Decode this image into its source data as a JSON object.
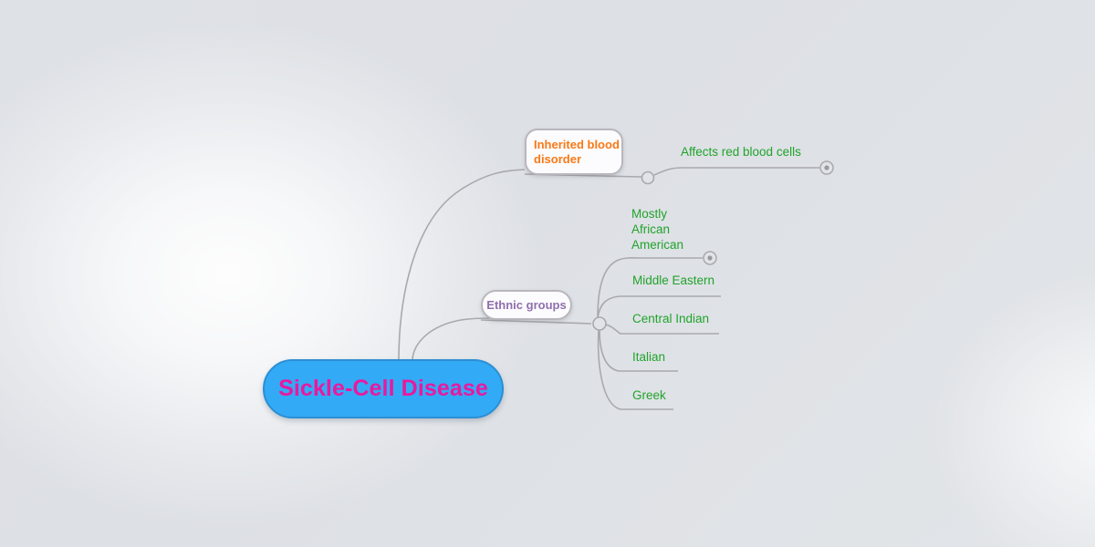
{
  "canvas": {
    "background_color": "#dfe2e6",
    "highlight_color": "#ffffff"
  },
  "mindmap": {
    "root": {
      "label": "Sickle-Cell Disease",
      "text_color": "#e9199f",
      "fill_color": "#33aaf5",
      "border_color": "#2b8fd4"
    },
    "branches": [
      {
        "label": "Inherited blood disorder",
        "text_color": "#f87916",
        "fill_color": "#fcfbfd",
        "border_color": "#b9b7bd",
        "children": [
          {
            "label": "Affects red blood cells",
            "text_color": "#21a32b",
            "endpoint": "collapsed-dot"
          }
        ]
      },
      {
        "label": "Ethnic groups",
        "text_color": "#8f6fad",
        "fill_color": "#fcfbfd",
        "border_color": "#b9b7bd",
        "children": [
          {
            "label": "Mostly\nAfrican\nAmerican",
            "text_color": "#21a32b",
            "endpoint": "collapsed-dot"
          },
          {
            "label": "Middle Eastern",
            "text_color": "#21a32b",
            "endpoint": "none"
          },
          {
            "label": "Central Indian",
            "text_color": "#21a32b",
            "endpoint": "none"
          },
          {
            "label": "Italian",
            "text_color": "#21a32b",
            "endpoint": "none"
          },
          {
            "label": "Greek",
            "text_color": "#21a32b",
            "endpoint": "none"
          }
        ]
      }
    ],
    "connector_color": "#a9a9ad"
  }
}
